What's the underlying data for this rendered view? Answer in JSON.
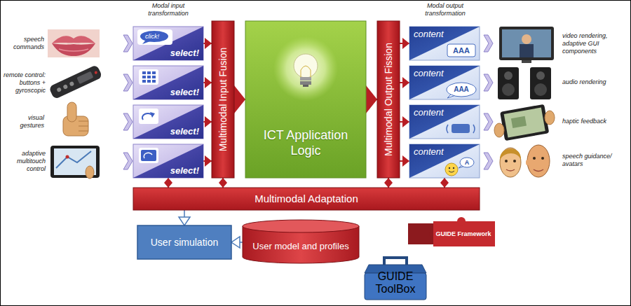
{
  "diagram": {
    "nodes": [
      {
        "text": [
          "click!",
          "select!"
        ]
      },
      {
        "text": [
          "select!"
        ]
      },
      {
        "text": [
          "select!"
        ]
      },
      {
        "text": [
          "select!"
        ]
      },
      {
        "text": [
          "Multimodal Input Fusion"
        ]
      },
      {
        "text": [
          "ICT Application Logic"
        ]
      },
      {
        "text": [
          "Multimodal Output Fission"
        ]
      },
      {
        "text": [
          "content",
          "AAA"
        ]
      },
      {
        "text": [
          "content",
          "AAA"
        ]
      },
      {
        "text": [
          "content"
        ]
      },
      {
        "text": [
          "content",
          "A"
        ]
      },
      {
        "text": [
          "Multimodal Adaptation"
        ]
      },
      {
        "text": [
          "User simulation"
        ]
      },
      {
        "text": [
          "User model and profiles"
        ]
      },
      {
        "text": [
          "GUIDE Framework"
        ]
      },
      {
        "text": [
          "GUIDE",
          "ToolBox"
        ]
      }
    ],
    "edges": [
      {
        "from": 0,
        "to": 4,
        "arrow": "to"
      },
      {
        "from": 1,
        "to": 4,
        "arrow": "to"
      },
      {
        "from": 2,
        "to": 4,
        "arrow": "to"
      },
      {
        "from": 3,
        "to": 4,
        "arrow": "to"
      },
      {
        "from": 4,
        "to": 5,
        "arrow": "to"
      },
      {
        "from": 5,
        "to": 6,
        "arrow": "to"
      },
      {
        "from": 6,
        "to": 7,
        "arrow": "to"
      },
      {
        "from": 6,
        "to": 8,
        "arrow": "to"
      },
      {
        "from": 6,
        "to": 9,
        "arrow": "to"
      },
      {
        "from": 6,
        "to": 10,
        "arrow": "to"
      },
      {
        "from": 11,
        "to": 3,
        "arrow": "both"
      },
      {
        "from": 11,
        "to": 4,
        "arrow": "both"
      },
      {
        "from": 11,
        "to": 6,
        "arrow": "both"
      },
      {
        "from": 11,
        "to": 10,
        "arrow": "both"
      },
      {
        "from": 11,
        "to": 12,
        "arrow": "to"
      },
      {
        "from": 13,
        "to": 12,
        "arrow": "to"
      }
    ],
    "labels": [
      "Modal input transformation",
      "speech commands",
      "remote control: buttons + gyroscopic",
      "visual gestures",
      "adaptive multitouch control",
      "Modal output transformation",
      "video rendering, adaptive GUI components",
      "audio rendering",
      "haptic feedback",
      "speech guidance/ avatars"
    ]
  }
}
